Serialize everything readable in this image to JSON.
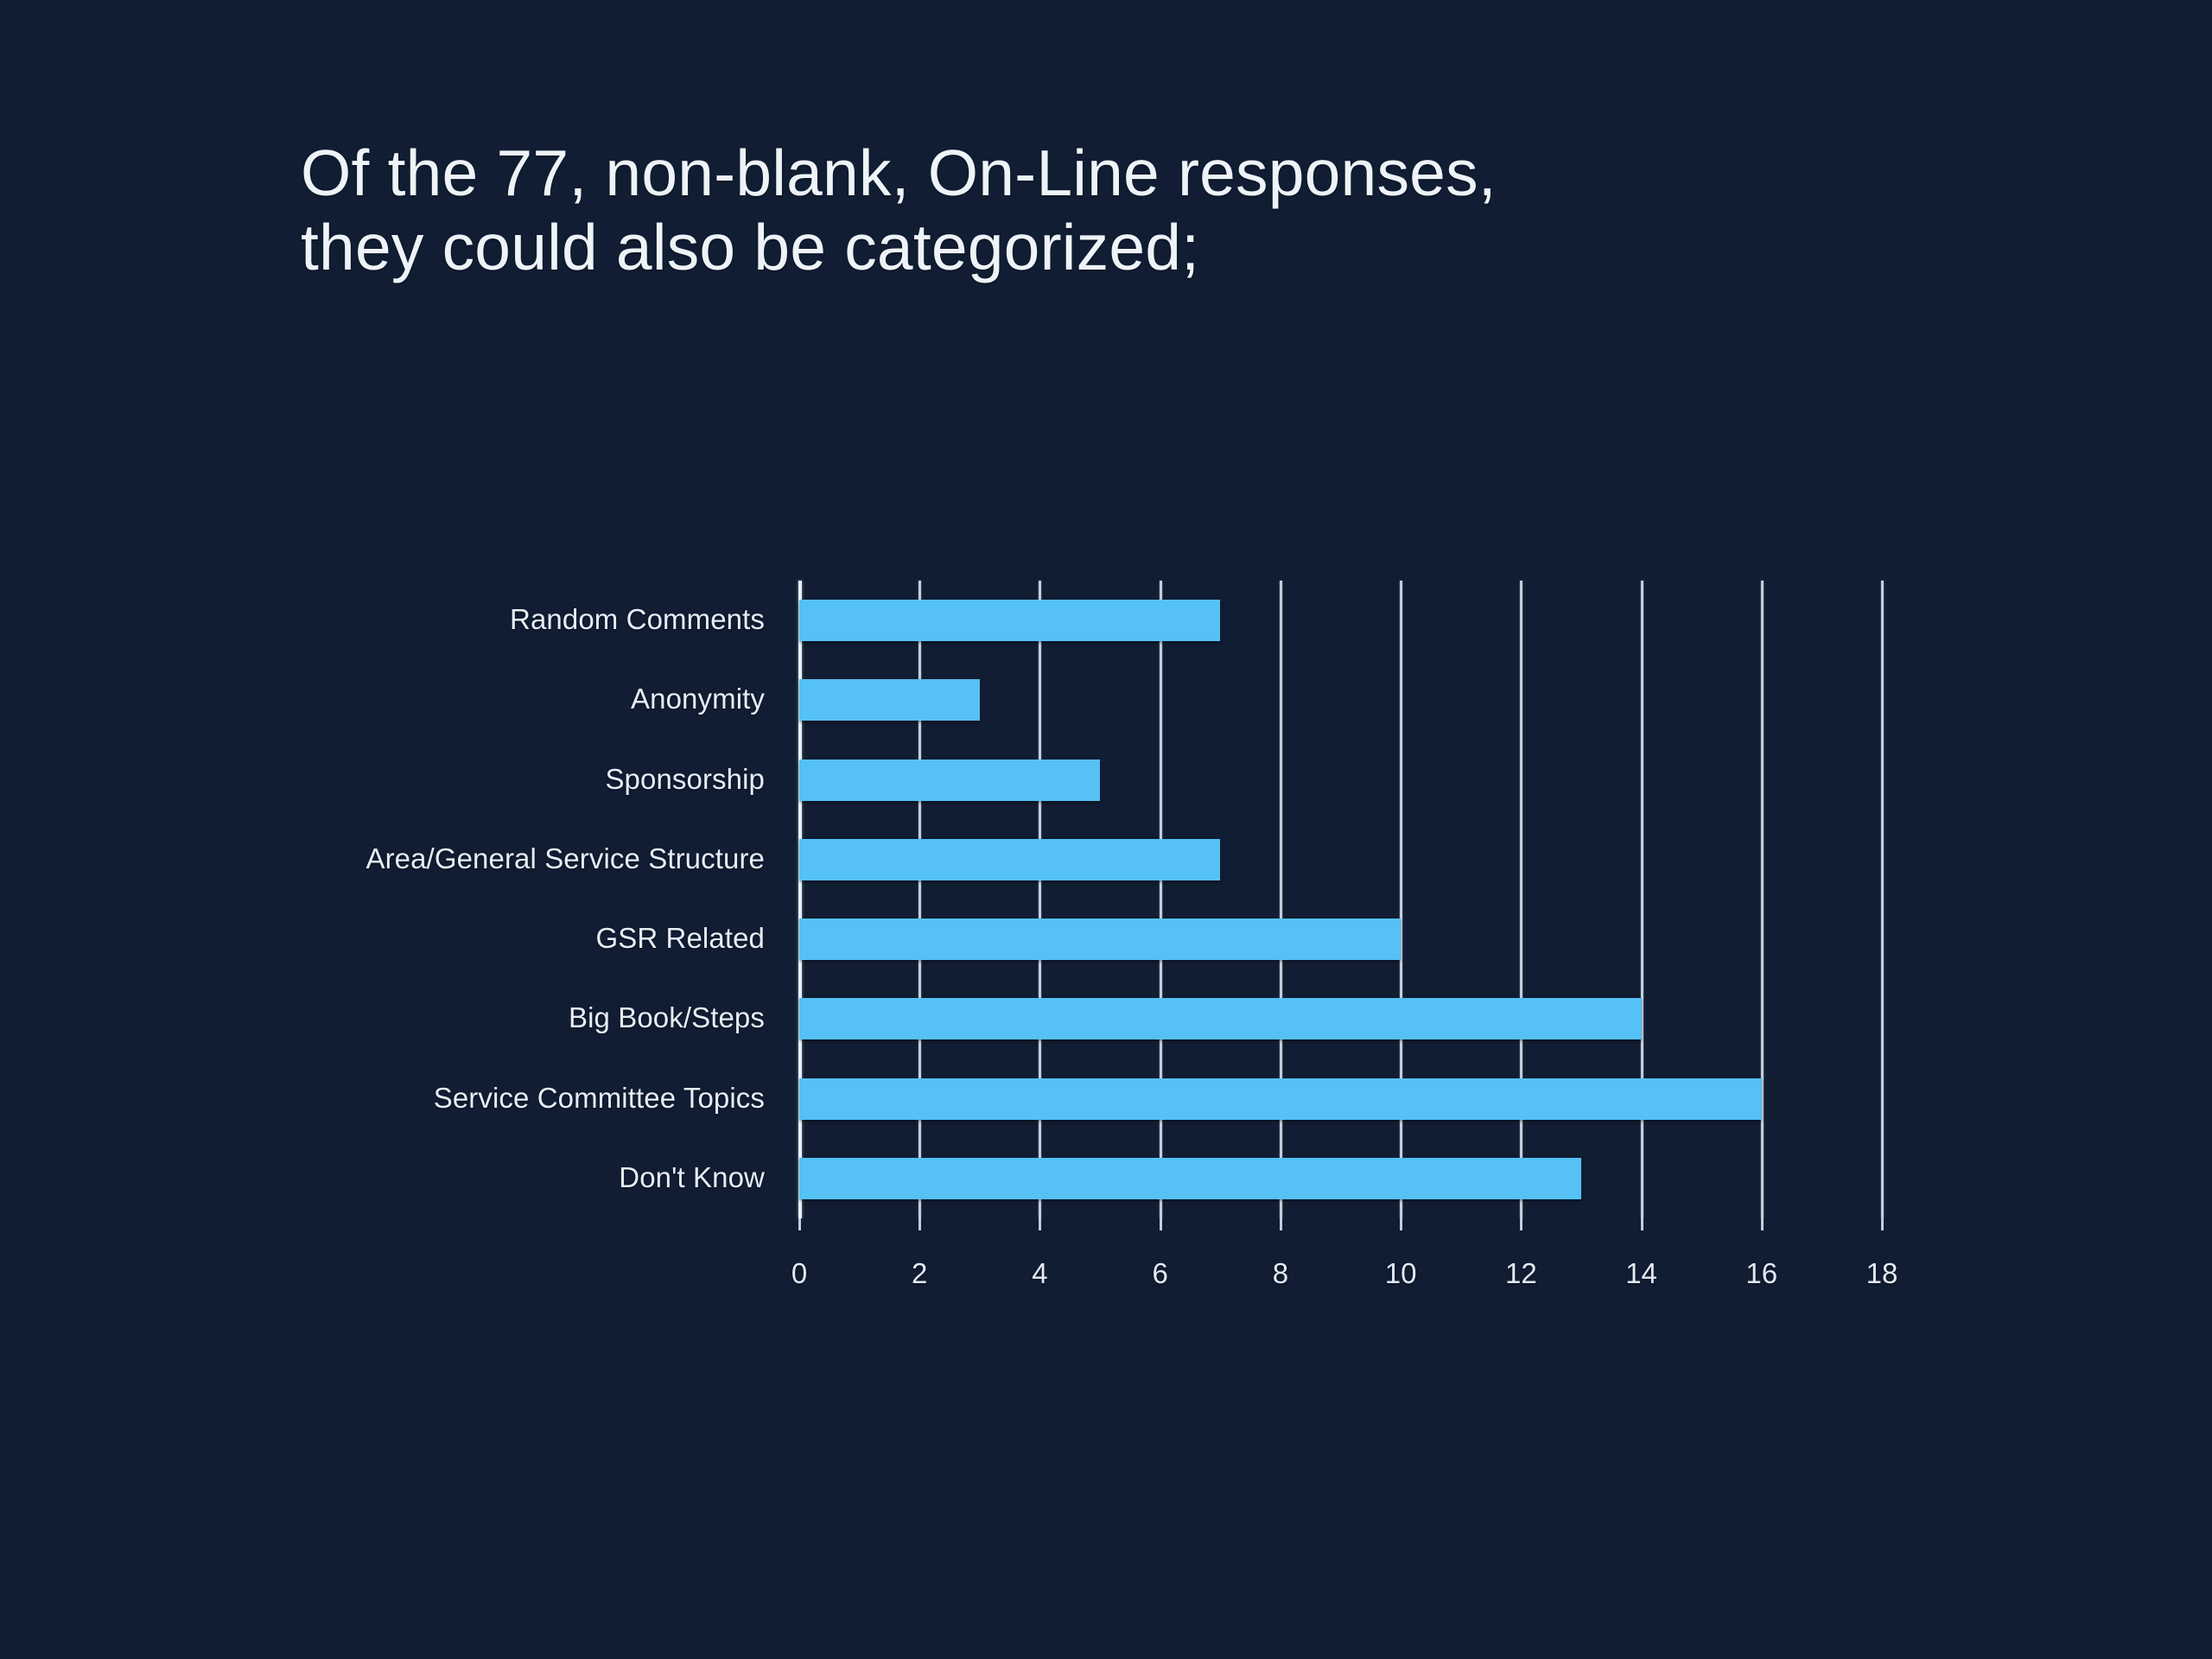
{
  "slide": {
    "title": "Of the 77, non-blank, On-Line responses,\nthey could also be categorized;",
    "background_color": "#101d33",
    "text_color": "#eef3f8"
  },
  "chart_data": {
    "type": "bar",
    "orientation": "horizontal",
    "title": "",
    "xlabel": "",
    "ylabel": "",
    "xlim": [
      0,
      18
    ],
    "xticks": [
      0,
      2,
      4,
      6,
      8,
      10,
      12,
      14,
      16,
      18
    ],
    "xtick_labels": [
      "0",
      "2",
      "4",
      "6",
      "8",
      "10",
      "12",
      "14",
      "16",
      "18"
    ],
    "grid": true,
    "grid_axis": "x",
    "legend": false,
    "bar_color": "#55c1f5",
    "grid_color": "#c3ced9",
    "categories": [
      "Random Comments",
      "Anonymity",
      "Sponsorship",
      "Area/General Service Structure",
      "GSR Related",
      "Big Book/Steps",
      "Service Committee Topics",
      "Don't Know"
    ],
    "values": [
      7,
      3,
      5,
      7,
      10,
      14,
      16,
      13
    ]
  }
}
